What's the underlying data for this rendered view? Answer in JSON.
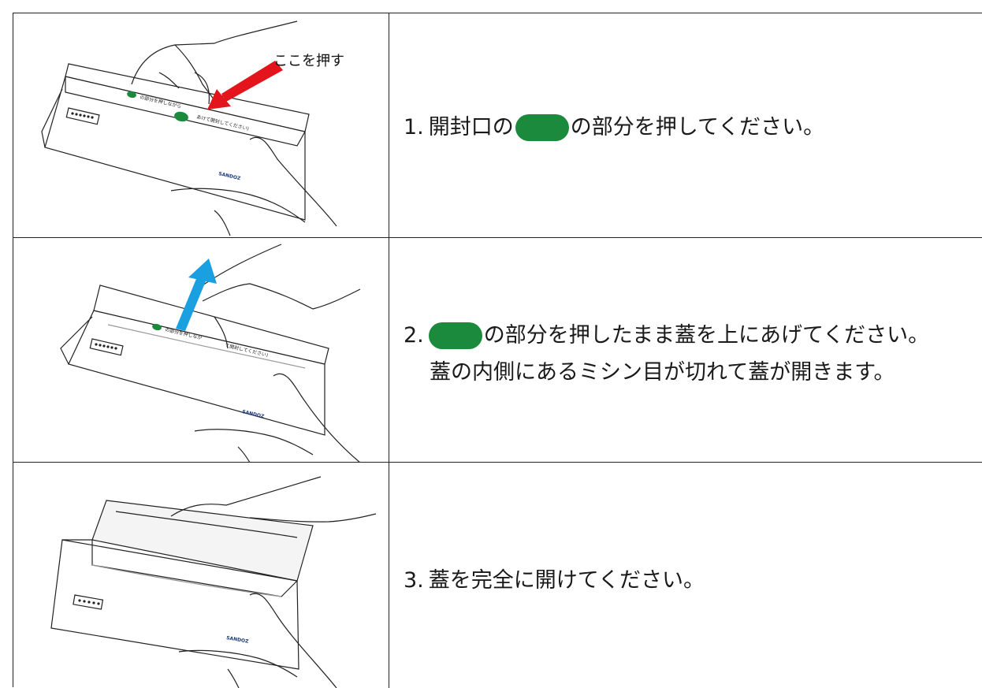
{
  "steps": [
    {
      "number": "1.",
      "text_before": "開封口の",
      "text_after": "の部分を押してください。",
      "callout": "ここを押す",
      "box_print": "の部分を押しながら",
      "box_print_2": "あけて開封してください)",
      "brand": "SANDOZ"
    },
    {
      "number": "2.",
      "text_after": "の部分を押したまま蓋を上にあげてください。",
      "text_line2": "蓋の内側にあるミシン目が切れて蓋が開きます。",
      "box_print": "の部分を押しなが",
      "box_print_2": "て開封してください)",
      "brand": "SANDOZ"
    },
    {
      "number": "3.",
      "text_after": "蓋を完全に開けてください。",
      "brand": "SANDOZ"
    }
  ],
  "colors": {
    "green_marker": "#1b8a3c",
    "red_arrow": "#e3141b",
    "blue_arrow": "#1aa0e0",
    "border": "#222222"
  },
  "icons": [
    "red-arrow-icon",
    "blue-arrow-icon",
    "hand-illustration-icon",
    "box-illustration-icon"
  ]
}
